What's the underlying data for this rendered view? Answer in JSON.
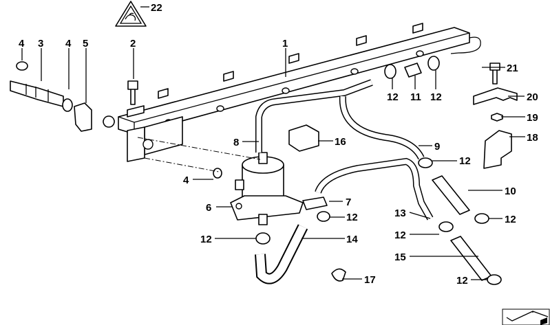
{
  "diagram": {
    "callouts": [
      {
        "id": "c22",
        "text": "22"
      },
      {
        "id": "c4a",
        "text": "4"
      },
      {
        "id": "c3",
        "text": "3"
      },
      {
        "id": "c4b",
        "text": "4"
      },
      {
        "id": "c5",
        "text": "5"
      },
      {
        "id": "c2",
        "text": "2"
      },
      {
        "id": "c1",
        "text": "1"
      },
      {
        "id": "c21",
        "text": "21"
      },
      {
        "id": "c20",
        "text": "20"
      },
      {
        "id": "c19",
        "text": "19"
      },
      {
        "id": "c18",
        "text": "18"
      },
      {
        "id": "c12a",
        "text": "12"
      },
      {
        "id": "c11",
        "text": "11"
      },
      {
        "id": "c12b",
        "text": "12"
      },
      {
        "id": "c8",
        "text": "8"
      },
      {
        "id": "c16",
        "text": "16"
      },
      {
        "id": "c9",
        "text": "9"
      },
      {
        "id": "c12c",
        "text": "12"
      },
      {
        "id": "c10",
        "text": "10"
      },
      {
        "id": "c4c",
        "text": "4"
      },
      {
        "id": "c7",
        "text": "7"
      },
      {
        "id": "c6",
        "text": "6"
      },
      {
        "id": "c13",
        "text": "13"
      },
      {
        "id": "c12d",
        "text": "12"
      },
      {
        "id": "c12e",
        "text": "12"
      },
      {
        "id": "c12f",
        "text": "12"
      },
      {
        "id": "c14",
        "text": "14"
      },
      {
        "id": "c12g",
        "text": "12"
      },
      {
        "id": "c15",
        "text": "15"
      },
      {
        "id": "c17",
        "text": "17"
      },
      {
        "id": "c12h",
        "text": "12"
      }
    ]
  }
}
